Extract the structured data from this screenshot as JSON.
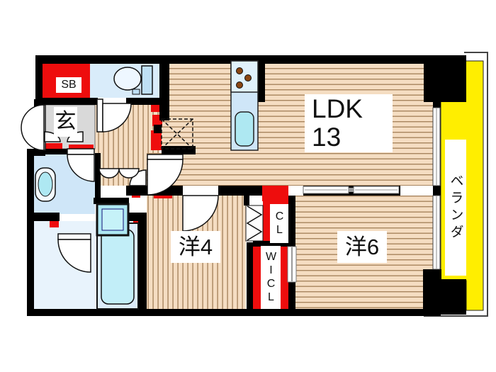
{
  "plan": {
    "type": "apartment-floor-plan",
    "rooms": {
      "ldk": {
        "name": "LDK",
        "size": "13"
      },
      "western4": {
        "name": "洋4"
      },
      "western6": {
        "name": "洋6"
      },
      "entrance": {
        "name": "玄"
      },
      "shoe_box": {
        "name": "SB"
      },
      "closet": {
        "name": "CL"
      },
      "walk_in_closet": {
        "name": "WICL"
      },
      "veranda": {
        "name": "ベランダ"
      }
    },
    "icons": [
      "toilet-icon",
      "stove-burners-icon",
      "kitchen-sink-icon",
      "washbasin-icon",
      "bathtub-icon",
      "washing-machine-pan-icon",
      "refrigerator-space-icon",
      "entrance-door-arc-icon",
      "door-arc-icon",
      "folding-door-icon",
      "sliding-door-icon",
      "window-icon"
    ],
    "colors": {
      "wall": "#000000",
      "accent_red": "#ee0d0d",
      "veranda_yellow": "#ffee00",
      "water_blue": "#cfe6f8",
      "water_pale": "#e8f3fc",
      "fixture_cyan": "#aee8f2",
      "wood": "#f5ddc2",
      "wood_line": "#a8855f",
      "genkan_gray": "#d9d9d9"
    }
  }
}
